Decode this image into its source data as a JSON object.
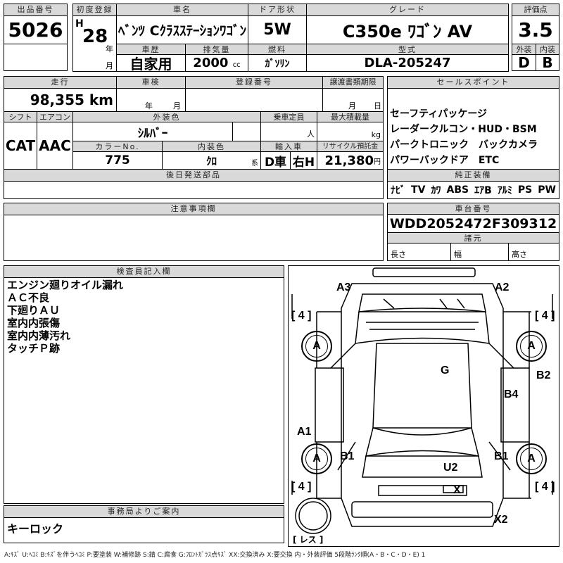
{
  "lot": {
    "label": "出品番号",
    "value": "5026"
  },
  "first_reg": {
    "label": "初度登録",
    "era": "H",
    "year": "28",
    "year_unit": "年",
    "month_unit": "月"
  },
  "car_name": {
    "label": "車名",
    "value": "ﾍﾞﾝﾂ Cｸﾗｽｽﾃｰｼｮﾝﾜｺﾞﾝ"
  },
  "door": {
    "label": "ドア形状",
    "value": "5W"
  },
  "grade": {
    "label": "グレード",
    "value": "C350e ﾜｺﾞﾝ AV"
  },
  "score": {
    "label": "評価点",
    "value": "3.5",
    "ext_label": "外装",
    "int_label": "内装",
    "ext": "D",
    "int": "B"
  },
  "history": {
    "label": "車歴",
    "value": "自家用"
  },
  "displacement": {
    "label": "排気量",
    "value": "2000",
    "unit": "cc"
  },
  "fuel": {
    "label": "燃料",
    "value": "ｶﾞｿﾘﾝ"
  },
  "model": {
    "label": "型式",
    "value": "DLA-205247"
  },
  "mileage": {
    "label": "走行",
    "value": "98,355 km"
  },
  "inspection": {
    "label": "車検",
    "year_unit": "年",
    "month_unit": "月"
  },
  "reg_no": {
    "label": "登録番号"
  },
  "doc_deadline": {
    "label": "譲渡書類期限",
    "month_unit": "月",
    "day_unit": "日"
  },
  "shift": {
    "label": "シフト",
    "value": "CAT"
  },
  "ac": {
    "label": "エアコン",
    "value": "AAC"
  },
  "ext_color": {
    "label": "外装色",
    "value": "ｼﾙﾊﾞｰ"
  },
  "capacity": {
    "label": "乗車定員",
    "unit": "人"
  },
  "max_load": {
    "label": "最大積載量",
    "unit": "kg"
  },
  "color_no": {
    "label": "カラーNo.",
    "value": "775"
  },
  "int_color": {
    "label": "内装色",
    "value": "ｸﾛ",
    "unit": "系"
  },
  "import": {
    "label": "輸入車",
    "dealer": "D車",
    "handle": "右H"
  },
  "recycle": {
    "label": "リサイクル預託金",
    "value": "21,380",
    "unit": "円"
  },
  "later_parts": {
    "label": "後日発送部品"
  },
  "sales_points": {
    "label": "セールスポイント",
    "lines": [
      "セーフティパッケージ",
      "レーダークルコン・HUD・BSM",
      "パークトロニック　バックカメラ",
      "パワーバックドア　ETC"
    ]
  },
  "equipment": {
    "label": "純正装備",
    "items": [
      "ﾅﾋﾞ",
      "TV",
      "ｶﾜ",
      "ABS",
      "ｴｱB",
      "ｱﾙﾐ",
      "PS",
      "PW"
    ]
  },
  "notes": {
    "label": "注意事項欄"
  },
  "chassis": {
    "label": "車台番号",
    "value": "WDD2052472F309312"
  },
  "specs": {
    "label": "諸元",
    "length": "長さ",
    "width": "幅",
    "height": "高さ"
  },
  "inspector": {
    "label": "検査員記入欄",
    "lines": [
      "エンジン廻りオイル漏れ",
      "ＡＣ不良",
      "下廻りＡＵ",
      "室内内張傷",
      "室内内薄汚れ",
      "タッチＰ跡"
    ]
  },
  "office": {
    "label": "事務局よりご案内",
    "value": "キーロック"
  },
  "diagram": {
    "marks": {
      "a3": "A3",
      "a2": "A2",
      "g": "G",
      "b2": "B2",
      "b4": "B4",
      "a1": "A1",
      "b1l": "B1",
      "b1r": "B1",
      "u2": "U2",
      "x": "X",
      "x2": "X2"
    },
    "tires": "A",
    "tire_count": "4",
    "spare": "レス"
  },
  "legend": "A:ｷｽﾞ U:ﾍｺﾐ B:ｷｽﾞを伴うﾍｺﾐ P:要塗装 W:補修跡 S:錆 C:腐食 G:ﾌﾛﾝﾄｶﾞﾗｽ点ｷｽﾞ XX:交換済み X:要交換 内・外装評価 5段階ﾗﾝｸ順(A・B・C・D・E) 1"
}
